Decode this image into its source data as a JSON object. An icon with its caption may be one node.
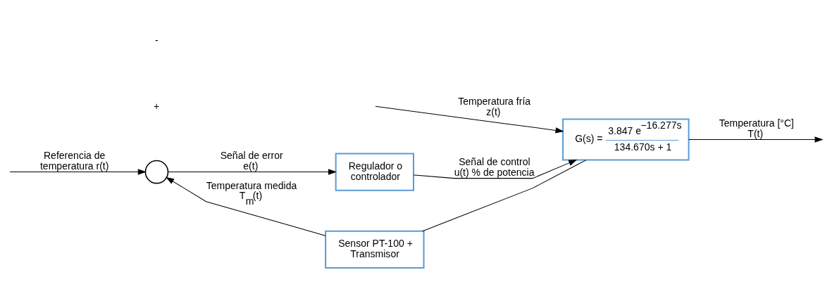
{
  "diagram": {
    "nodes": [
      {
        "text": [],
        "shape": "circle"
      },
      {
        "text": [
          "Regulador o controlador"
        ]
      },
      {
        "text": [
          "G(s) =",
          "3.847 e$^{−16.277s}$",
          "134.670s + 1"
        ]
      },
      {
        "text": [
          "Sensor PT-100 + Transmisor"
        ]
      }
    ],
    "edges": [
      {
        "from": null,
        "to": 0,
        "arrow": "to",
        "label": "Referencia de temperatura r(t)"
      },
      {
        "from": 0,
        "to": 1,
        "arrow": "to",
        "label": "Señal de error e(t)"
      },
      {
        "from": 1,
        "to": 2,
        "arrow": "to",
        "label": "Señal de control u(t) % de potencia"
      },
      {
        "from": null,
        "to": 2,
        "arrow": "to",
        "label": "Temperatura fría z(t)"
      },
      {
        "from": 2,
        "to": null,
        "arrow": "to",
        "label": "Temperatura [°C] T(t)"
      },
      {
        "from": 2,
        "to": 3,
        "arrow": "none"
      },
      {
        "from": 3,
        "to": 0,
        "arrow": "to",
        "label": "Temperatura medida T$_{m}$(t)"
      }
    ],
    "labels": [
      "+",
      "-"
    ]
  }
}
